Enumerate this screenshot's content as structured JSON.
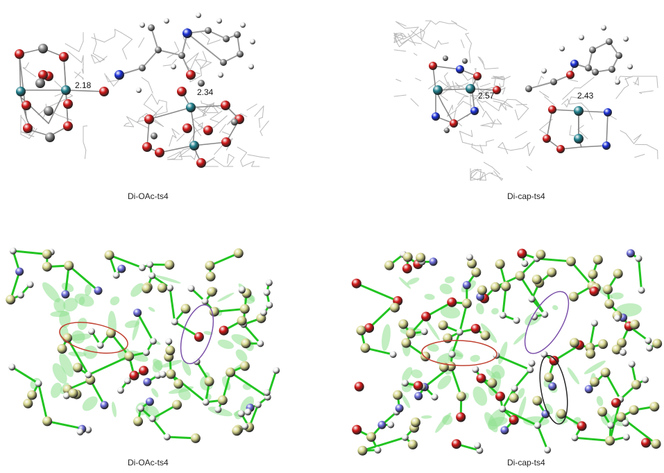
{
  "panels": {
    "top_left": {
      "caption": "Di-OAc-ts4",
      "distances": [
        "2.18",
        "2.34"
      ]
    },
    "top_right": {
      "caption": "Di-cap-ts4",
      "distances": [
        "2.57",
        "2.43"
      ]
    },
    "bottom_left": {
      "caption": "Di-OAc-ts4"
    },
    "bottom_right": {
      "caption": "Di-cap-ts4"
    }
  },
  "colors": {
    "rhodium": "#1f7f8c",
    "oxygen": "#d01818",
    "nitrogen": "#1a2fd6",
    "carbon_ball": "#8a8a8a",
    "hydrogen": "#f2f2f2",
    "wire": "#b8b8b8",
    "nci_bond": "#22c422",
    "nci_surface": "#8fe08f",
    "nci_atom": "#d8d890",
    "highlight_red": "#c04030",
    "highlight_purple": "#7a4fa8",
    "highlight_black": "#222222"
  }
}
